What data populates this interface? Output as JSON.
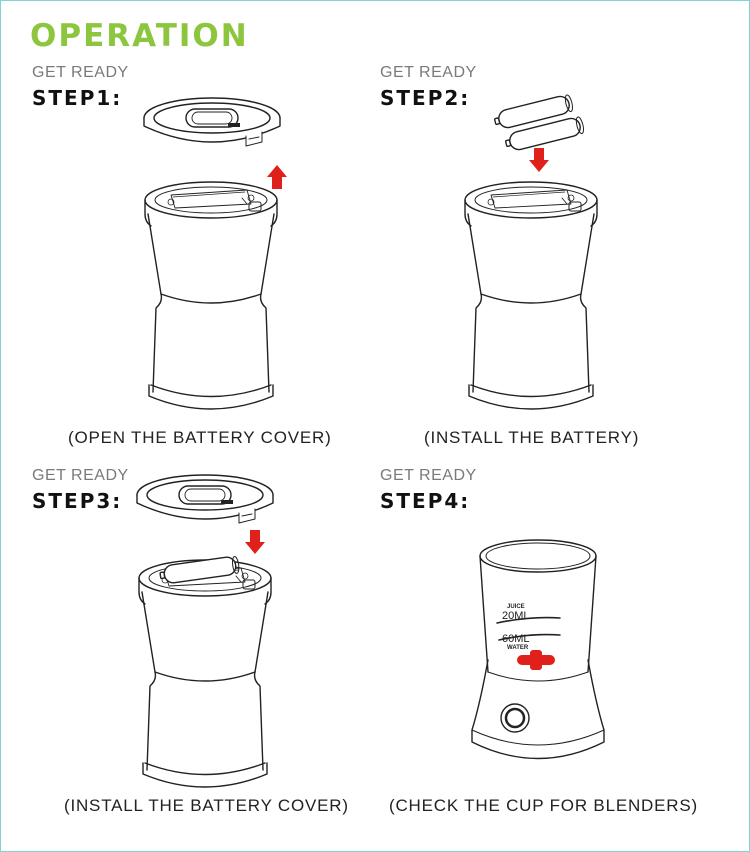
{
  "page": {
    "title": "OPERATION"
  },
  "steps": [
    {
      "kicker": "GET READY",
      "label": "STEP1:",
      "caption": "(OPEN THE BATTERY COVER)"
    },
    {
      "kicker": "GET READY",
      "label": "STEP2:",
      "caption": "(INSTALL THE BATTERY)"
    },
    {
      "kicker": "GET READY",
      "label": "STEP3:",
      "caption": "(INSTALL THE BATTERY COVER)"
    },
    {
      "kicker": "GET READY",
      "label": "STEP4:",
      "caption": "(CHECK THE CUP FOR BLENDERS)"
    }
  ],
  "cup": {
    "mark_top_small": "JUICE",
    "mark_top": "20ML",
    "mark_bottom": "60ML",
    "mark_bottom_small": "WATER"
  },
  "colors": {
    "accent": "#8cc63f",
    "arrow": "#e0201b",
    "frame": "#7fd6d0"
  }
}
